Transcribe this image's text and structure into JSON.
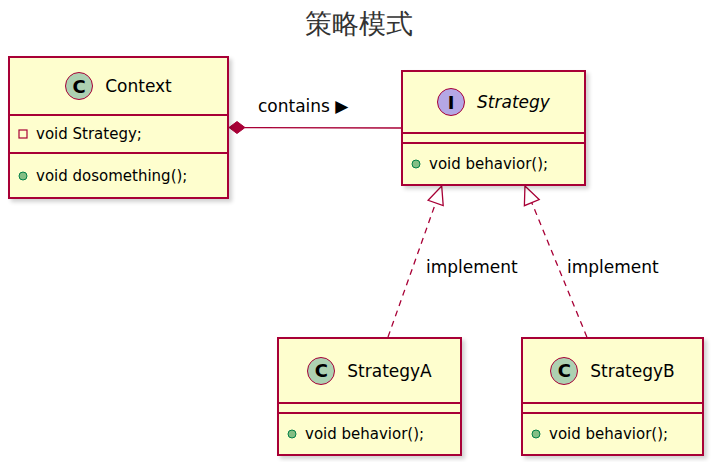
{
  "diagram": {
    "title": "策略模式",
    "nodes": [
      {
        "text": [
          "C",
          "Context",
          "void Strategy;",
          "void dosomething();"
        ]
      },
      {
        "text": [
          "I",
          "Strategy",
          "void behavior();"
        ]
      },
      {
        "text": [
          "C",
          "StrategyA",
          "void behavior();"
        ]
      },
      {
        "text": [
          "C",
          "StrategyB",
          "void behavior();"
        ]
      }
    ],
    "edges": [
      {
        "from": 1,
        "to": 0,
        "arrow": "to",
        "label": "contains ▶"
      },
      {
        "from": 2,
        "to": 1,
        "arrow": "to",
        "label": "implement"
      },
      {
        "from": 3,
        "to": 1,
        "arrow": "to",
        "label": "implement"
      }
    ]
  }
}
